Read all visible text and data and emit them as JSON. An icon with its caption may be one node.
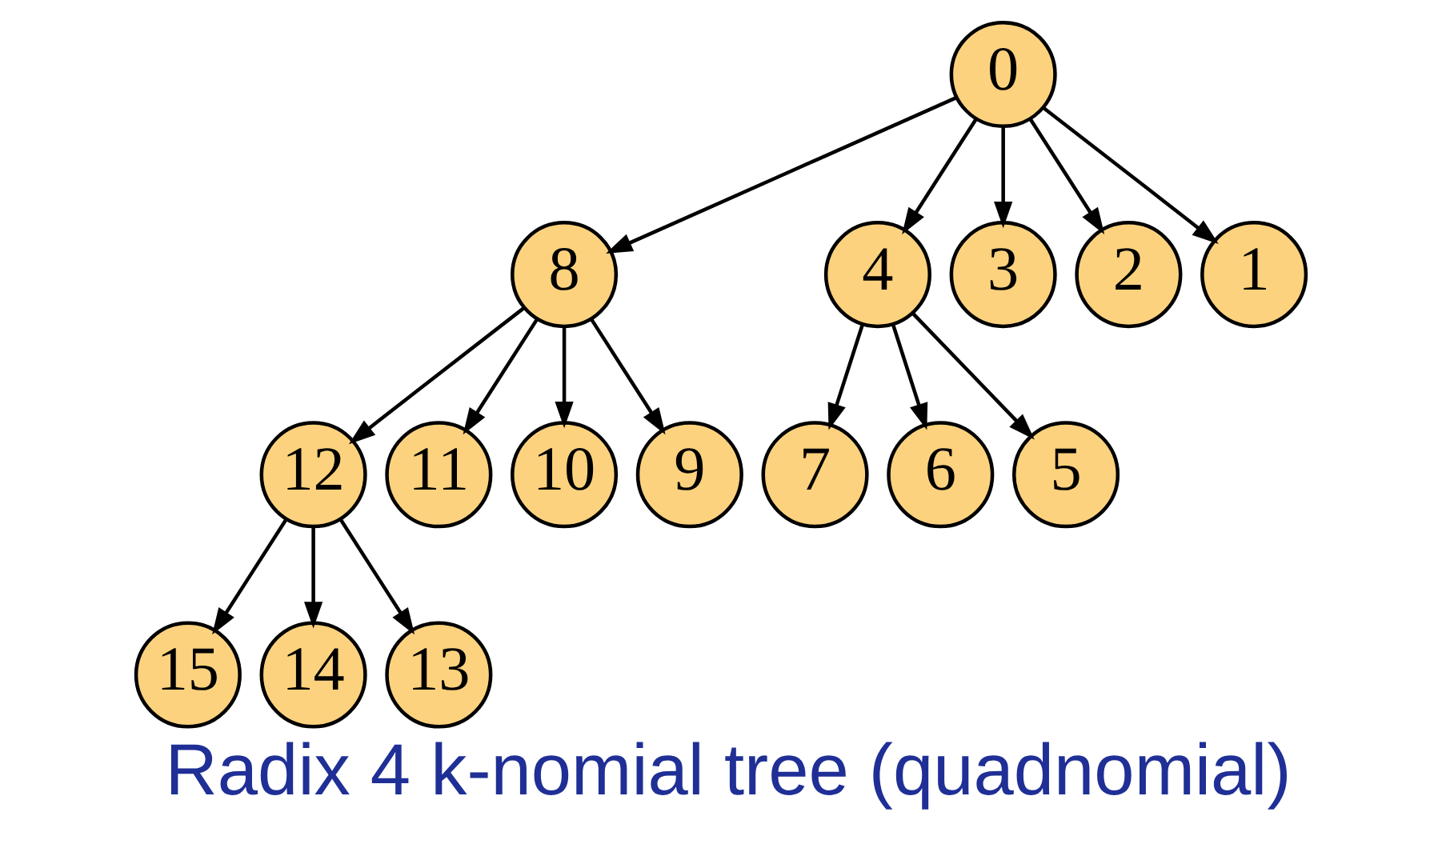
{
  "diagram": {
    "caption": "Radix 4 k-nomial tree (quadnomial)",
    "nodes": [
      {
        "text": [
          "0"
        ]
      },
      {
        "text": [
          "8"
        ]
      },
      {
        "text": [
          "4"
        ]
      },
      {
        "text": [
          "3"
        ]
      },
      {
        "text": [
          "2"
        ]
      },
      {
        "text": [
          "1"
        ]
      },
      {
        "text": [
          "12"
        ]
      },
      {
        "text": [
          "11"
        ]
      },
      {
        "text": [
          "10"
        ]
      },
      {
        "text": [
          "9"
        ]
      },
      {
        "text": [
          "7"
        ]
      },
      {
        "text": [
          "6"
        ]
      },
      {
        "text": [
          "5"
        ]
      },
      {
        "text": [
          "15"
        ]
      },
      {
        "text": [
          "14"
        ]
      },
      {
        "text": [
          "13"
        ]
      }
    ],
    "edges": [
      {
        "from": 0,
        "to": 1,
        "arrow": "to"
      },
      {
        "from": 0,
        "to": 2,
        "arrow": "to"
      },
      {
        "from": 0,
        "to": 3,
        "arrow": "to"
      },
      {
        "from": 0,
        "to": 4,
        "arrow": "to"
      },
      {
        "from": 0,
        "to": 5,
        "arrow": "to"
      },
      {
        "from": 1,
        "to": 6,
        "arrow": "to"
      },
      {
        "from": 1,
        "to": 7,
        "arrow": "to"
      },
      {
        "from": 1,
        "to": 8,
        "arrow": "to"
      },
      {
        "from": 1,
        "to": 9,
        "arrow": "to"
      },
      {
        "from": 2,
        "to": 10,
        "arrow": "to"
      },
      {
        "from": 2,
        "to": 11,
        "arrow": "to"
      },
      {
        "from": 2,
        "to": 12,
        "arrow": "to"
      },
      {
        "from": 6,
        "to": 13,
        "arrow": "to"
      },
      {
        "from": 6,
        "to": 14,
        "arrow": "to"
      },
      {
        "from": 6,
        "to": 15,
        "arrow": "to"
      }
    ]
  }
}
